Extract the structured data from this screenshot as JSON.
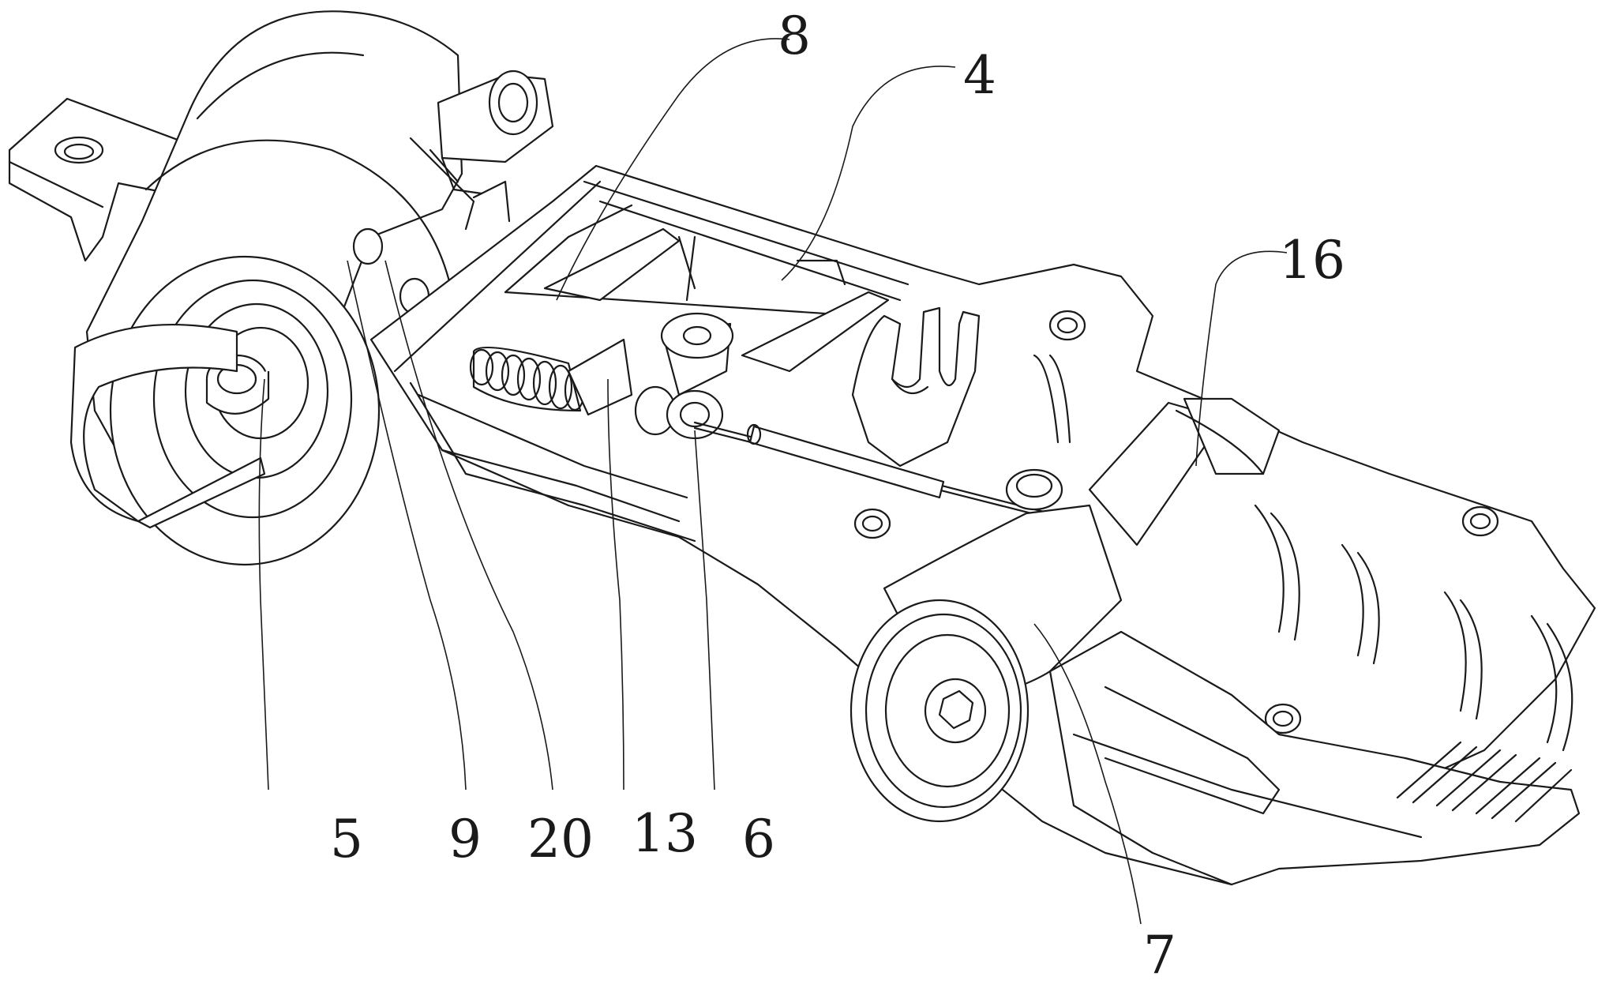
{
  "figure": {
    "labels": {
      "l5": "5",
      "l9": "9",
      "l20": "20",
      "l13": "13",
      "l6": "6",
      "l8": "8",
      "l4": "4",
      "l16": "16",
      "l7": "7"
    }
  }
}
